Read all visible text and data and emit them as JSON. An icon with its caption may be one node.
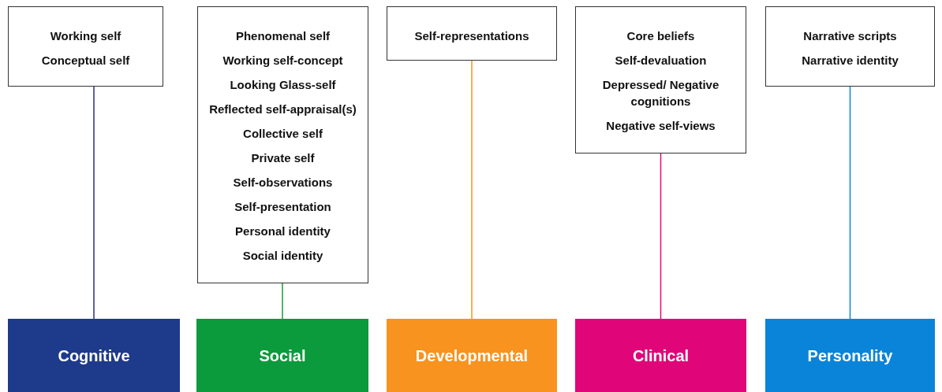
{
  "diagram": {
    "nodes": [
      {
        "text": [
          "Working self",
          "Conceptual self"
        ]
      },
      {
        "text": [
          "Phenomenal self",
          "Working self-concept",
          "Looking Glass-self",
          "Reflected self-appraisal(s)",
          "Collective self",
          "Private self",
          "Self-observations",
          "Self-presentation",
          "Personal identity",
          "Social identity"
        ]
      },
      {
        "text": [
          "Self-representations"
        ]
      },
      {
        "text": [
          "Core beliefs",
          "Self-devaluation",
          "Depressed/ Negative cognitions",
          "Negative self-views"
        ]
      },
      {
        "text": [
          "Narrative scripts",
          "Narrative identity"
        ]
      },
      {
        "text": [
          "Cognitive"
        ]
      },
      {
        "text": [
          "Social"
        ]
      },
      {
        "text": [
          "Developmental"
        ]
      },
      {
        "text": [
          "Clinical"
        ]
      },
      {
        "text": [
          "Personality"
        ]
      }
    ],
    "edges": [
      {
        "from": 5,
        "to": 0,
        "arrow": "none",
        "color": "#2b2f7e"
      },
      {
        "from": 6,
        "to": 1,
        "arrow": "none",
        "color": "#1a9a3c"
      },
      {
        "from": 7,
        "to": 2,
        "arrow": "none",
        "color": "#f7941d"
      },
      {
        "from": 8,
        "to": 3,
        "arrow": "none",
        "color": "#e0087a"
      },
      {
        "from": 9,
        "to": 4,
        "arrow": "none",
        "color": "#0a84d8"
      }
    ]
  }
}
